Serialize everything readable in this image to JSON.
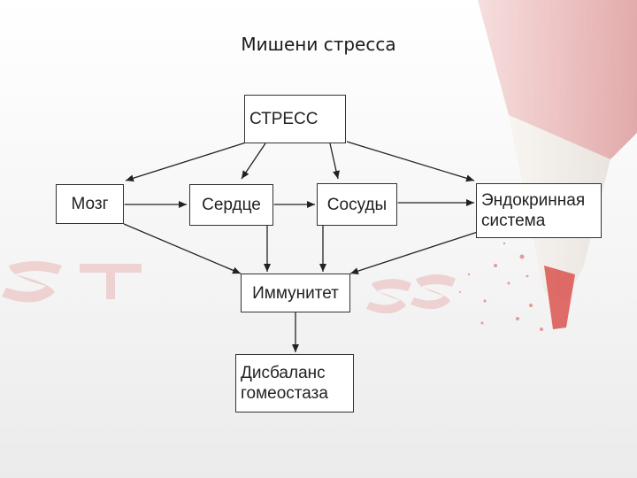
{
  "slide": {
    "title": "Мишени стресса"
  },
  "nodes": {
    "stress": "СТРЕСС",
    "brain": "Мозг",
    "heart": "Сердце",
    "vessels": "Сосуды",
    "endocrine": "Эндокринная\nсистема",
    "immunity": "Иммунитет",
    "imbalance": "Дисбаланс\nгомеостаза"
  },
  "colors": {
    "accent_red": "#d9534f",
    "line": "#333333",
    "box_border": "#333333"
  }
}
